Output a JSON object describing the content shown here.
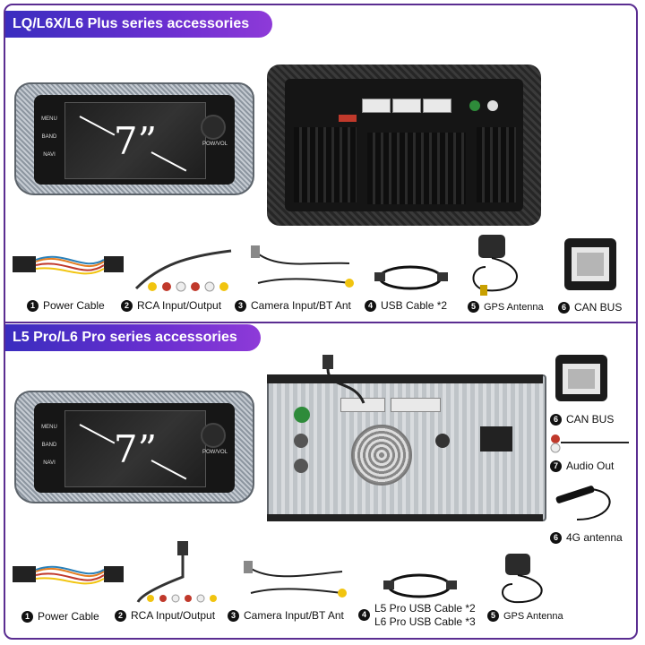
{
  "sections": [
    {
      "title": "LQ/L6X/L6 Plus series accessories",
      "items": [
        {
          "num": "1",
          "label": "Power Cable"
        },
        {
          "num": "2",
          "label": "RCA Input/Output"
        },
        {
          "num": "3",
          "label": "Camera Input/BT Ant"
        },
        {
          "num": "4",
          "label": "USB Cable *2"
        },
        {
          "num": "5",
          "label": "GPS Antenna"
        },
        {
          "num": "6",
          "label": "CAN BUS"
        }
      ]
    },
    {
      "title": "L5 Pro/L6 Pro series accessories",
      "items": [
        {
          "num": "1",
          "label": "Power Cable"
        },
        {
          "num": "2",
          "label": "RCA Input/Output"
        },
        {
          "num": "3",
          "label": "Camera Input/BT Ant"
        },
        {
          "num": "4",
          "label_line1": "L5 Pro USB Cable *2",
          "label_line2": "L6 Pro USB Cable *3"
        },
        {
          "num": "5",
          "label": "GPS Antenna"
        },
        {
          "num": "6",
          "label": "CAN BUS"
        },
        {
          "num": "7",
          "label": "Audio Out"
        },
        {
          "num": "6",
          "label": "4G antenna"
        }
      ]
    }
  ],
  "head_unit": {
    "screen_size": "7”",
    "buttons": [
      "MENU",
      "BAND",
      "NAVI"
    ],
    "power_label": "POW/VOL"
  },
  "colors": {
    "accent": "#5a2d91",
    "banner_start": "#3a2dbf",
    "banner_end": "#8e3ad8"
  }
}
